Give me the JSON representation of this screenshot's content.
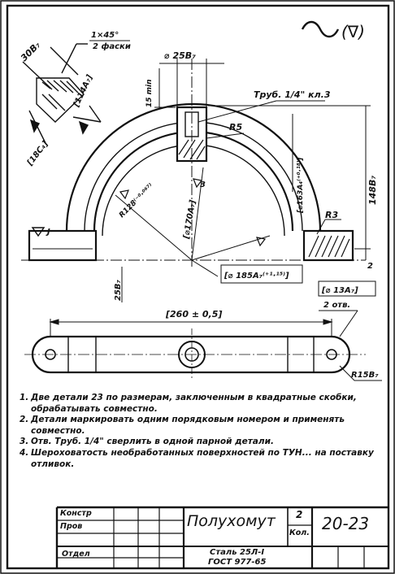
{
  "surface_symbol": "(∇)",
  "dims": {
    "chamfer_top": "1×45°",
    "chamfer_bottom": "2 фаски",
    "d30": "30В₇",
    "d114": "[114А₇]",
    "d18": "[18С₄]",
    "d25": "⌀ 25В₇",
    "min15": "15 min",
    "pipe": "Труб. 1/4\" кл.3",
    "r5": "R5",
    "d163": "[⌀163А₄⁽⁺⁰·¹⁸⁾]",
    "h148": "148В₇",
    "r128": "R128⁽⁻⁰·⁰⁶⁷⁾",
    "d170": "[⌀170А₇]",
    "r3": "R3",
    "d185": "[⌀ 185А₇⁽⁺¹·¹⁵⁾]",
    "two": "2",
    "d25b": "25В₇",
    "d13": "[⌀ 13А₇]",
    "two_holes": "2 отв.",
    "length": "[260 ± 0,5]",
    "r15": "R15В₇",
    "mark3": "3",
    "markJ": "J"
  },
  "notes": [
    {
      "num": "1.",
      "text": "Две детали 23 по размерам, заключенным в квадратные скобки, обрабатывать совместно."
    },
    {
      "num": "2.",
      "text": "Детали маркировать одним порядковым номером и применять совместно."
    },
    {
      "num": "3.",
      "text": "Отв. Труб. 1/4\" сверлить в одной парной детали."
    },
    {
      "num": "4.",
      "text": "Шероховатость необработанных поверхностей по ТУН... на поставку отливок."
    }
  ],
  "title_block": {
    "konstr": "Констр",
    "prov": "Пров",
    "otdel": "Отдел",
    "name": "Полухомут",
    "qty": "2",
    "qty_label": "Кол.",
    "material_line1": "Сталь 25Л-I",
    "material_line2": "ГОСТ 977-65",
    "number": "20-23"
  }
}
